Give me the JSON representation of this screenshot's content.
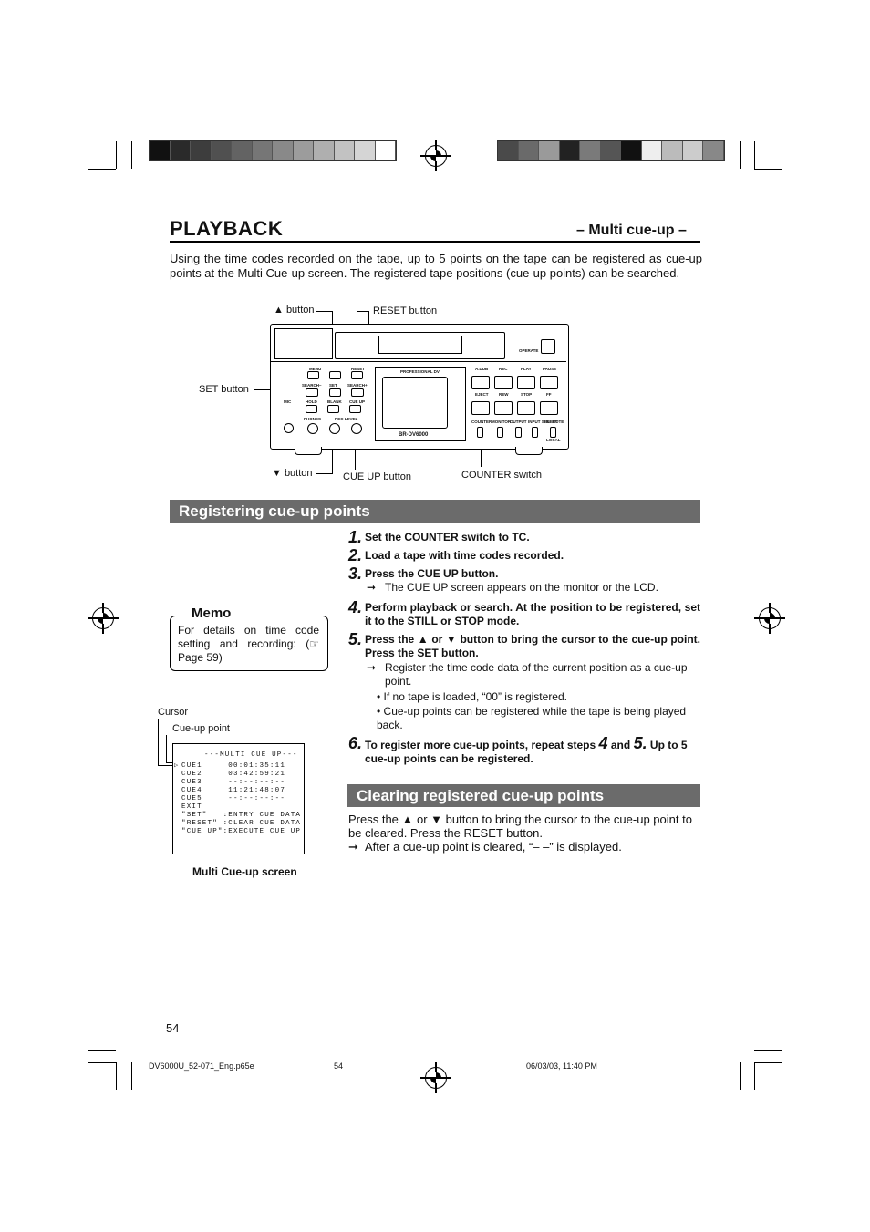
{
  "header": {
    "title": "PLAYBACK",
    "subtitle": "– Multi cue-up –"
  },
  "intro": "Using the time codes recorded on the tape, up to 5 points on the tape can be registered as cue-up points at the Multi Cue-up screen. The registered tape positions (cue-up points) can be searched.",
  "diagram": {
    "callouts": {
      "up_button": "▲ button",
      "reset_button": "RESET button",
      "set_button": "SET button",
      "down_button": "▼ button",
      "cue_up_button": "CUE UP button",
      "counter_switch": "COUNTER switch"
    },
    "device": {
      "model": "BR-DV6000",
      "brand": "PROFESSIONAL DV",
      "labels": {
        "operate": "OPERATE",
        "menu": "MENU",
        "reset": "RESET",
        "search_minus": "SEARCH–",
        "set": "SET",
        "search_plus": "SEARCH+",
        "hold": "HOLD",
        "blank": "BLANK",
        "cue_up": "CUE UP",
        "mic": "MIC",
        "phones": "PHONES",
        "rec_level": "REC LEVEL",
        "adub": "A.DUB",
        "rec": "REC",
        "play": "PLAY",
        "pause": "PAUSE",
        "eject": "EJECT",
        "rew": "REW",
        "stop": "STOP",
        "ff": "FF",
        "counter": "COUNTER",
        "monitor": "MONITOR",
        "output": "OUTPUT",
        "input_select": "INPUT SELECT",
        "remote": "REMOTE",
        "local": "LOCAL"
      }
    }
  },
  "section1": {
    "heading": "Registering cue-up points",
    "steps": [
      {
        "num": "1.",
        "text": "Set the COUNTER switch to TC."
      },
      {
        "num": "2.",
        "text": "Load a tape with time codes recorded."
      },
      {
        "num": "3.",
        "text": "Press the CUE UP button."
      },
      {
        "num": "4.",
        "text": "Perform playback or search. At the position to be registered, set it to the STILL or STOP mode."
      },
      {
        "num": "5.",
        "text": "Press the ▲ or ▼ button to bring the cursor to the cue-up point. Press the SET button."
      },
      {
        "num": "6.",
        "text_a": "To register more cue-up points, repeat steps",
        "num_a": "4",
        "and": "and",
        "num_b": "5.",
        "text_b": "Up to 5 cue-up points can be registered."
      }
    ],
    "step3_note": "The CUE UP screen appears on the monitor or the LCD.",
    "step5_notes": [
      "Register the time code data of the current position as a cue-up point.",
      "If no tape is loaded, “00” is registered.",
      "Cue-up points can be registered while the tape is being played back."
    ],
    "arrow": "➞",
    "bullet": "•"
  },
  "memo": {
    "title": "Memo",
    "text": "For details on time code setting and recording: (☞ Page 59)"
  },
  "screen": {
    "cursor_label": "Cursor",
    "cueup_point_label": "Cue-up point",
    "rows": [
      "---MULTI CUE UP---",
      "CUE1     00:01:35:11",
      "CUE2     03:42:59:21",
      "CUE3     --:--:--:--",
      "CUE4     11:21:48:07",
      "CUE5     --:--:--:--",
      "EXIT",
      "\"SET\"   :ENTRY CUE DATA",
      "\"RESET\" :CLEAR CUE DATA",
      "\"CUE UP\":EXECUTE CUE UP"
    ],
    "caption": "Multi Cue-up screen"
  },
  "section2": {
    "heading": "Clearing registered cue-up points",
    "text": "Press the ▲ or ▼ button to bring the cursor to the cue-up point to be cleared. Press the RESET button.",
    "note": "After a cue-up point is cleared, “– –” is displayed."
  },
  "footer": {
    "page_number": "54",
    "file": "DV6000U_52-071_Eng.p65e",
    "center": "54",
    "date": "06/03/03, 11:40 PM"
  },
  "colors": {
    "section_bg": "#6b6b6b",
    "bar_left": [
      "#111111",
      "#2a2a2a",
      "#3d3d3d",
      "#505050",
      "#636363",
      "#767676",
      "#898989",
      "#9c9c9c",
      "#afafaf",
      "#c2c2c2",
      "#d5d5d5",
      "#ffffff"
    ],
    "bar_right": [
      "#4a4a4a",
      "#6a6a6a",
      "#9a9a9a",
      "#222222",
      "#7a7a7a",
      "#555555",
      "#111111",
      "#eeeeee",
      "#bbbbbb",
      "#cccccc",
      "#888888"
    ]
  }
}
